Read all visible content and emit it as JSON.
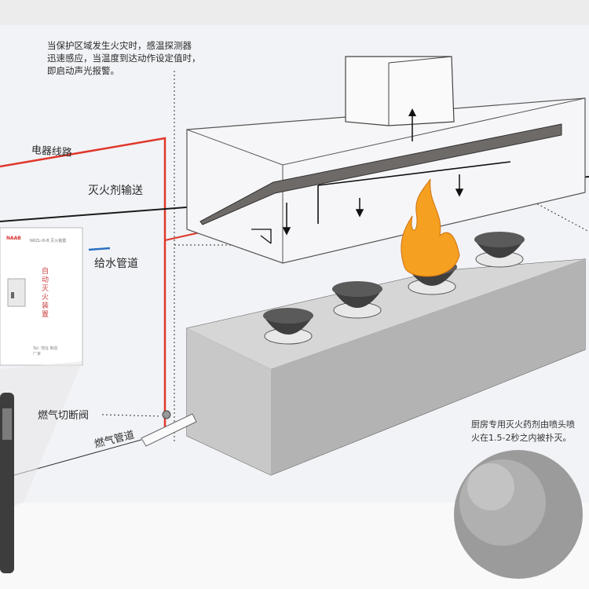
{
  "notes": {
    "fire_detection": [
      "当保护区域发生火灾时，感温探测器",
      "迅速感应，当温度到达动作设定值时，",
      "即启动声光报警。"
    ],
    "spray_note": [
      "厨房专用灭火药剂由喷头喷",
      "火在1.5-2秒之内被扑灭。"
    ]
  },
  "labels": {
    "electrical_wiring": "电器线路",
    "agent_delivery": "灭火剂输送",
    "water_pipe": "给水管道",
    "gas_shutoff_valve": "燃气切断阀",
    "gas_pipe": "燃气管道"
  },
  "control_panel": {
    "brand": "NAAB",
    "model_line": "NRZL-III-B  灭火装置",
    "title": "自动灭火装置",
    "footer_line1": "Tel: 地址 制造",
    "footer_line2": "厂家"
  },
  "colors": {
    "wiring_red": "#e0382c",
    "agent_pipe": "#1a1a1a",
    "water_blue": "#2a6fc4",
    "flame_orange": "#f5a020",
    "stove_grey": "#bdbdbd"
  }
}
